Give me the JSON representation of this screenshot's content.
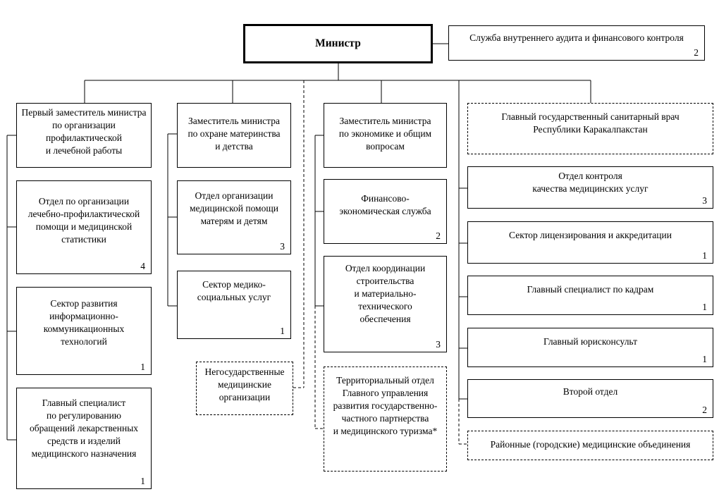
{
  "minister": "Министр",
  "audit": {
    "label": "Служба внутреннего аудита и финансового контроля",
    "num": "2"
  },
  "col1": {
    "head": "Первый заместитель министра\nпо организации\nпрофилактической\nи лечебной работы",
    "b1": {
      "label": "Отдел по организации\nлечебно-профилактической\nпомощи и медицинской\nстатистики",
      "num": "4"
    },
    "b2": {
      "label": "Сектор развития\nинформационно-\nкоммуникационных\nтехнологий",
      "num": "1"
    },
    "b3": {
      "label": "Главный специалист\nпо регулированию\nобращений лекарственных\nсредств и изделий\nмедицинского назначения",
      "num": "1"
    }
  },
  "col2": {
    "head": "Заместитель министра\nпо охране материнства\nи детства",
    "b1": {
      "label": "Отдел организации\nмедицинской помощи\nматерям и детям",
      "num": "3"
    },
    "b2": {
      "label": "Сектор медико-\nсоциальных услуг",
      "num": "1"
    },
    "ngo": "Негосударственные\nмедицинские\nорганизации"
  },
  "col3": {
    "head": "Заместитель министра\nпо экономике и общим\nвопросам",
    "b1": {
      "label": "Финансово-\nэкономическая служба",
      "num": "2"
    },
    "b2": {
      "label": "Отдел координации\nстроительства\nи материально-\nтехнического\nобеспечения",
      "num": "3"
    },
    "territorial": "Территориальный отдел\nГлавного управления\nразвития государственно-\nчастного партнерства\nи медицинского туризма*"
  },
  "col4": {
    "sanitary": "Главный государственный санитарный врач\nРеспублики Каракалпакстан",
    "b1": {
      "label": "Отдел контроля\nкачества медицинских услуг",
      "num": "3"
    },
    "b2": {
      "label": "Сектор лицензирования и аккредитации",
      "num": "1"
    },
    "b3": {
      "label": "Главный специалист по кадрам",
      "num": "1"
    },
    "b4": {
      "label": "Главный юрисконсульт",
      "num": "1"
    },
    "b5": {
      "label": "Второй отдел",
      "num": "2"
    },
    "district": "Районные (городские) медицинские объединения"
  }
}
